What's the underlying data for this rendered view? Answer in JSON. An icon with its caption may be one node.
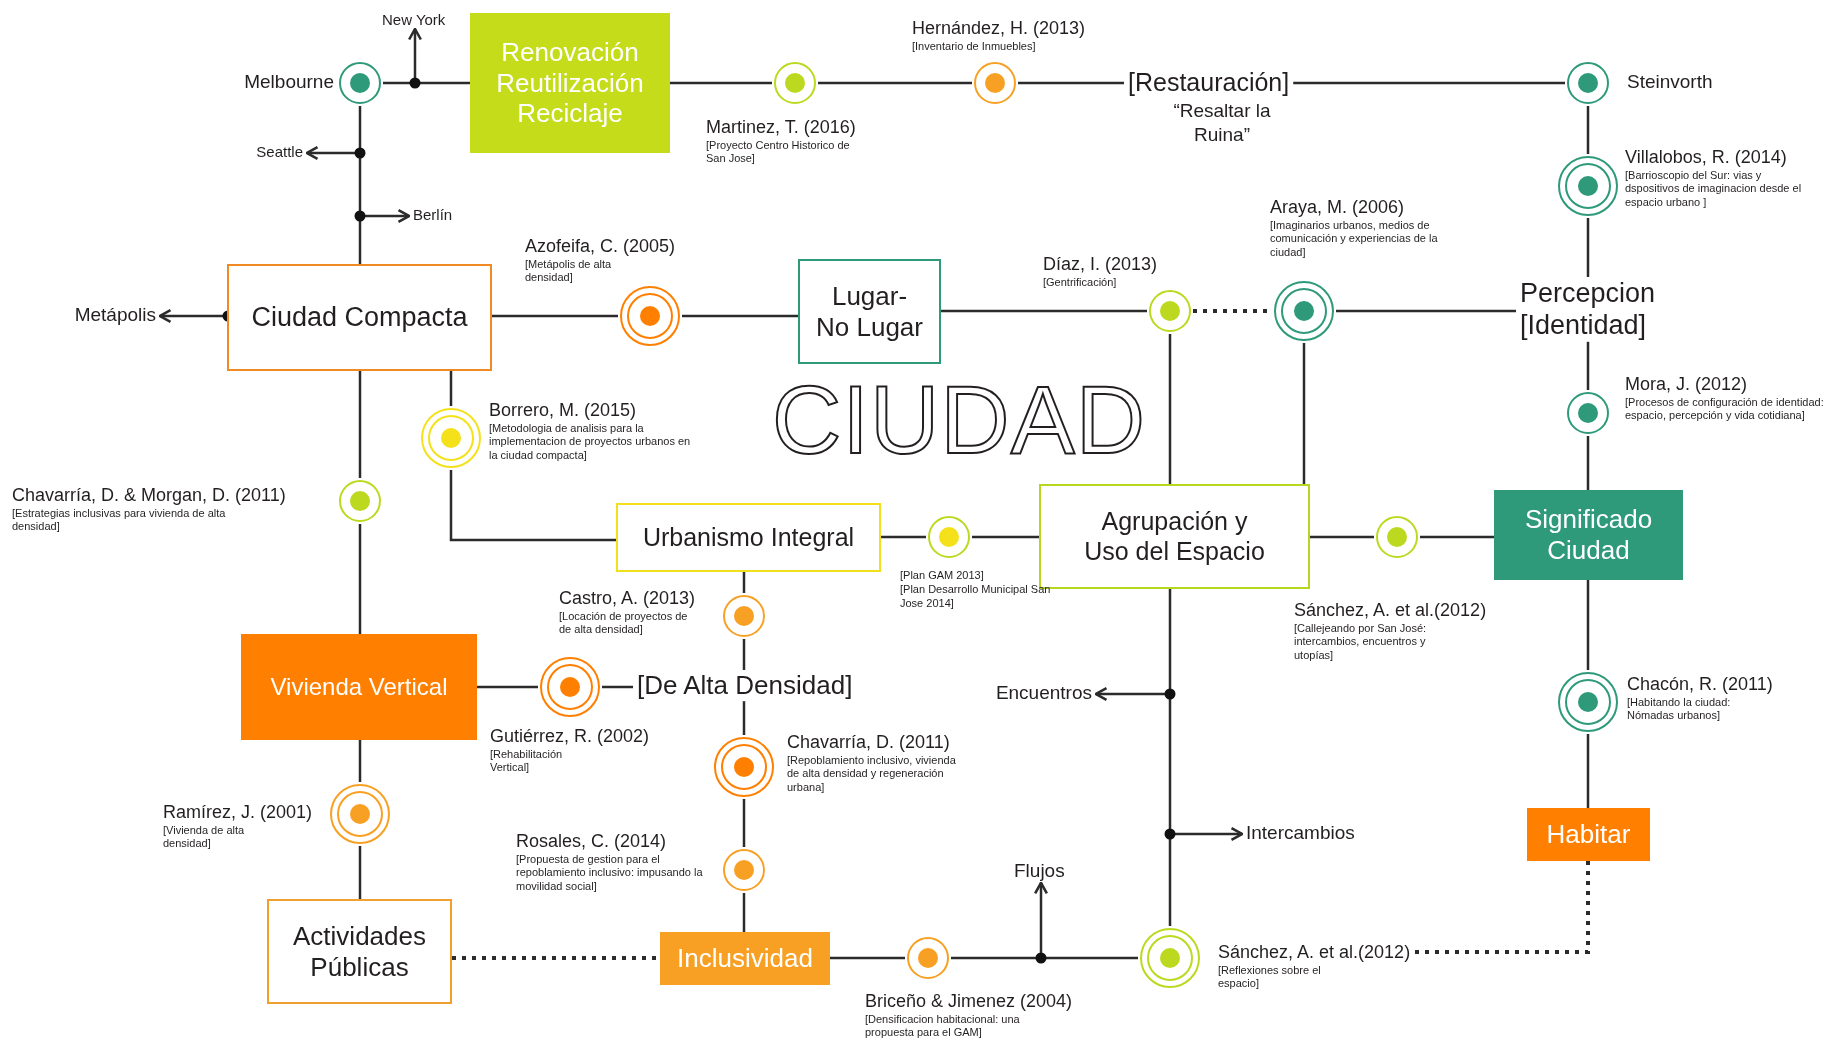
{
  "diagram": {
    "title": "CIUDAD",
    "nodes": [
      {
        "text": [
          "New York"
        ]
      },
      {
        "text": [],
        "shape": "circle",
        "beside": [
          "Melbourne"
        ]
      },
      {
        "text": [
          "Renovación Reutilización Reciclaje"
        ]
      },
      {
        "text": [],
        "shape": "circle",
        "beside": [
          "Hernández, H. (2013)",
          "[Inventario de Inmuebles]"
        ]
      },
      {
        "text": [],
        "shape": "circle",
        "beside": [
          "Martinez, T. (2016)",
          "[Proyecto Centro Historico de San Jose]"
        ]
      },
      {
        "text": [
          "[Restauración]"
        ],
        "beside": [
          "“Resaltar la Ruina”"
        ]
      },
      {
        "text": [],
        "shape": "circle",
        "beside": [
          "Steinvorth"
        ]
      },
      {
        "text": [
          "Seattle"
        ]
      },
      {
        "text": [],
        "shape": "circle",
        "beside": [
          "Villalobos, R. (2014)",
          "[Barrioscopio del Sur: vias y dspositivos de imaginacion desde el espacio urbano ]"
        ]
      },
      {
        "text": [
          "Berlín"
        ]
      },
      {
        "text": [],
        "shape": "circle",
        "beside": [
          "Araya, M. (2006)",
          "[Imaginarios urbanos, medios de comunicación y experiencias de la ciudad]"
        ]
      },
      {
        "text": [],
        "shape": "circle",
        "beside": [
          "Azofeifa, C. (2005)",
          "[Metápolis de alta densidad]"
        ]
      },
      {
        "text": [],
        "shape": "circle",
        "beside": [
          "Díaz, I. (2013)",
          "[Gentrificación]"
        ]
      },
      {
        "text": [
          "Metápolis"
        ]
      },
      {
        "text": [
          "Ciudad Compacta"
        ]
      },
      {
        "text": [
          "Lugar- No Lugar"
        ]
      },
      {
        "text": [
          "Percepcion [Identidad]"
        ]
      },
      {
        "text": [],
        "shape": "circle",
        "beside": [
          "Borrero, M. (2015)",
          "[Metodologia de analisis para la implementacion de proyectos urbanos en la ciudad compacta]"
        ]
      },
      {
        "text": [],
        "shape": "circle",
        "beside": [
          "Mora, J. (2012)",
          "[Procesos de configuración de identidad: espacio, percepción y vida cotidiana]"
        ]
      },
      {
        "text": [],
        "shape": "circle",
        "beside": [
          "Chavarría, D. & Morgan, D. (2011)",
          "[Estrategias inclusivas para vivienda de alta densidad]"
        ]
      },
      {
        "text": [
          "Agrupación y Uso del Espacio"
        ]
      },
      {
        "text": [
          "Significado Ciudad"
        ]
      },
      {
        "text": [
          "Urbanismo Integral"
        ]
      },
      {
        "text": [],
        "shape": "circle",
        "beside": [
          "[Plan GAM 2013]",
          "[Plan Desarrollo Municipal San Jose 2014]"
        ]
      },
      {
        "text": [],
        "shape": "circle",
        "beside": [
          "Sánchez, A. et al.(2012)",
          "[Callejeando por San José: intercambios, encuentros y utopías]"
        ]
      },
      {
        "text": [],
        "shape": "circle",
        "beside": [
          "Castro, A. (2013)",
          "[Locación de proyectos de de alta densidad]"
        ]
      },
      {
        "text": [
          "Vivienda Vertical"
        ]
      },
      {
        "text": [],
        "shape": "circle",
        "beside": [
          "Gutiérrez, R. (2002)",
          "[Rehabilitación Vertical]"
        ]
      },
      {
        "text": [
          "[De Alta Densidad]"
        ]
      },
      {
        "text": [
          "Encuentros"
        ]
      },
      {
        "text": [],
        "shape": "circle",
        "beside": [
          "Chacón, R. (2011)",
          "[Habitando la ciudad: Nómadas urbanos]"
        ]
      },
      {
        "text": [],
        "shape": "circle",
        "beside": [
          "Chavarría, D. (2011)",
          "[Repoblamiento inclusivo, vivienda de alta densidad y regeneración urbana]"
        ]
      },
      {
        "text": [],
        "shape": "circle",
        "beside": [
          "Ramírez, J. (2001)",
          "[Vivienda de alta densidad]"
        ]
      },
      {
        "text": [
          "Habitar"
        ]
      },
      {
        "text": [
          "Intercambios"
        ]
      },
      {
        "text": [],
        "shape": "circle",
        "beside": [
          "Rosales, C. (2014)",
          "[Propuesta de gestion para el repoblamiento inclusivo: impusando la movilidad social]"
        ]
      },
      {
        "text": [
          "Flujos"
        ]
      },
      {
        "text": [
          "Actividades Públicas"
        ]
      },
      {
        "text": [
          "Inclusividad"
        ]
      },
      {
        "text": [],
        "shape": "circle",
        "beside": [
          "Briceño & Jimenez (2004)",
          "[Densificacion habitacional: una propuesta para el GAM]"
        ]
      },
      {
        "text": [],
        "shape": "circle"
      },
      {
        "text": [
          "Sánchez, A. et al.(2012)",
          "[Reflexiones sobre el espacio]"
        ]
      }
    ],
    "edges": [
      {
        "from": 1,
        "to": 2,
        "arrow": "none"
      },
      {
        "from": null,
        "to": 0,
        "arrow": "to"
      },
      {
        "from": 2,
        "to": 4,
        "arrow": "none"
      },
      {
        "from": 4,
        "to": 3,
        "arrow": "none"
      },
      {
        "from": 3,
        "to": 5,
        "arrow": "none"
      },
      {
        "from": 5,
        "to": 6,
        "arrow": "none"
      },
      {
        "from": 1,
        "to": 14,
        "arrow": "none"
      },
      {
        "from": null,
        "to": 7,
        "arrow": "to"
      },
      {
        "from": null,
        "to": 9,
        "arrow": "to"
      },
      {
        "from": 14,
        "to": 13,
        "arrow": "to"
      },
      {
        "from": 14,
        "to": 11,
        "arrow": "none"
      },
      {
        "from": 11,
        "to": 15,
        "arrow": "none"
      },
      {
        "from": 15,
        "to": 12,
        "arrow": "none"
      },
      {
        "from": 12,
        "to": 10,
        "arrow": "none",
        "style": "dashed"
      },
      {
        "from": 10,
        "to": 16,
        "arrow": "none"
      },
      {
        "from": 6,
        "to": 8,
        "arrow": "none"
      },
      {
        "from": 8,
        "to": 16,
        "arrow": "none"
      },
      {
        "from": 16,
        "to": 18,
        "arrow": "none"
      },
      {
        "from": 18,
        "to": 21,
        "arrow": "none"
      },
      {
        "from": 12,
        "to": 20,
        "arrow": "none"
      },
      {
        "from": 10,
        "to": 20,
        "arrow": "none"
      },
      {
        "from": 14,
        "to": 19,
        "arrow": "none"
      },
      {
        "from": 19,
        "to": 26,
        "arrow": "none"
      },
      {
        "from": 14,
        "to": 17,
        "arrow": "none"
      },
      {
        "from": 17,
        "to": 22,
        "arrow": "none"
      },
      {
        "from": 22,
        "to": 23,
        "arrow": "none"
      },
      {
        "from": 23,
        "to": 20,
        "arrow": "none"
      },
      {
        "from": 20,
        "to": 24,
        "arrow": "none"
      },
      {
        "from": 24,
        "to": 21,
        "arrow": "none"
      },
      {
        "from": 22,
        "to": 25,
        "arrow": "none"
      },
      {
        "from": 25,
        "to": 28,
        "arrow": "none"
      },
      {
        "from": 26,
        "to": 27,
        "arrow": "none"
      },
      {
        "from": 27,
        "to": 28,
        "arrow": "none"
      },
      {
        "from": 28,
        "to": 31,
        "arrow": "none"
      },
      {
        "from": 31,
        "to": 35,
        "arrow": "none"
      },
      {
        "from": 35,
        "to": 38,
        "arrow": "none"
      },
      {
        "from": 26,
        "to": 32,
        "arrow": "none"
      },
      {
        "from": 32,
        "to": 37,
        "arrow": "none"
      },
      {
        "from": 37,
        "to": 38,
        "arrow": "none",
        "style": "dashed"
      },
      {
        "from": 38,
        "to": 39,
        "arrow": "none"
      },
      {
        "from": 39,
        "to": 40,
        "arrow": "none"
      },
      {
        "from": null,
        "to": 36,
        "arrow": "to"
      },
      {
        "from": 20,
        "to": 40,
        "arrow": "none"
      },
      {
        "from": null,
        "to": 29,
        "arrow": "to"
      },
      {
        "from": null,
        "to": 34,
        "arrow": "to"
      },
      {
        "from": 21,
        "to": 30,
        "arrow": "none"
      },
      {
        "from": 30,
        "to": 33,
        "arrow": "none"
      },
      {
        "from": 33,
        "to": 41,
        "arrow": "none",
        "style": "dashed"
      }
    ]
  }
}
